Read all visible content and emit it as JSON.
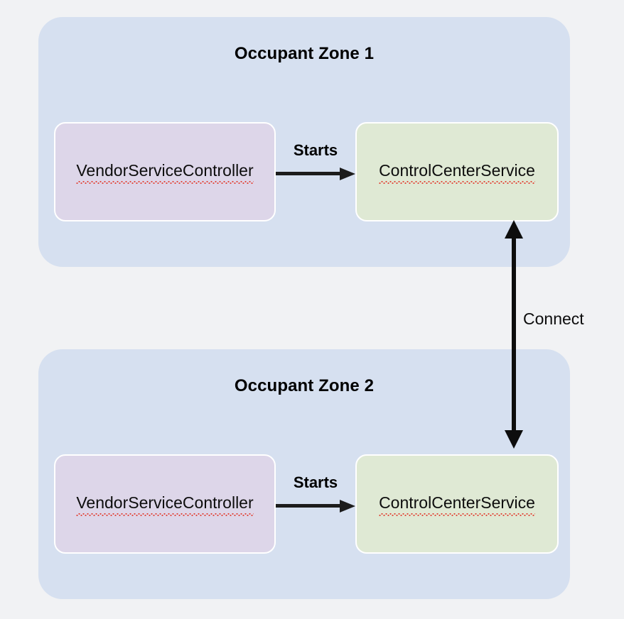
{
  "diagram": {
    "background_color": "#f1f2f4",
    "zone_color": "#d6e0f0",
    "vendor_node_color": "#ddd6e9",
    "control_node_color": "#dfe9d4",
    "arrow_color": "#0d0d0d",
    "spellcheck_underline_color": "#e23b2e",
    "zones": [
      {
        "title": "Occupant Zone 1",
        "vendor_node": "VendorServiceController",
        "control_node": "ControlCenterService",
        "edge_label": "Starts"
      },
      {
        "title": "Occupant Zone 2",
        "vendor_node": "VendorServiceController",
        "control_node": "ControlCenterService",
        "edge_label": "Starts"
      }
    ],
    "cross_zone_edge": {
      "label": "Connect",
      "direction": "bidirectional",
      "from": "ControlCenterService (Occupant Zone 1)",
      "to": "ControlCenterService (Occupant Zone 2)"
    }
  }
}
